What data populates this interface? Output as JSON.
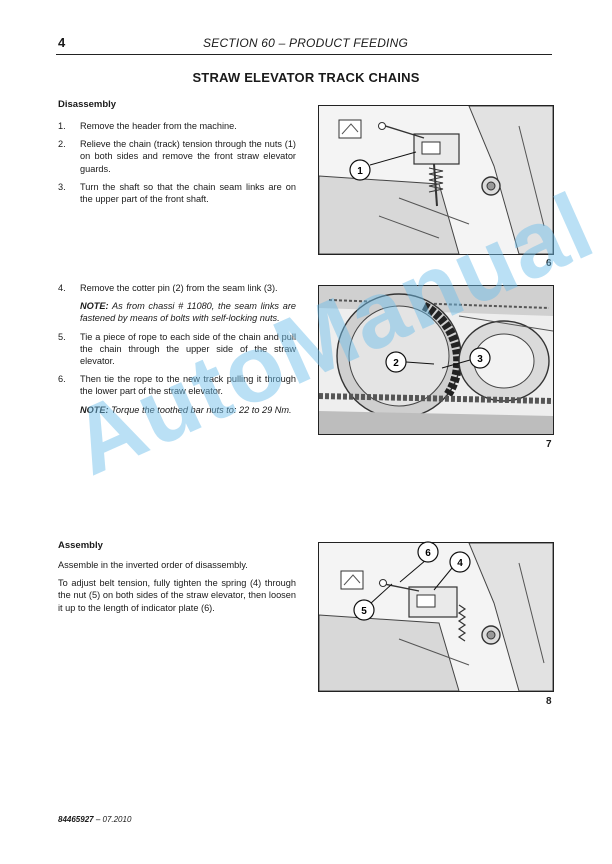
{
  "header": {
    "page_number": "4",
    "section": "SECTION 60 – PRODUCT FEEDING"
  },
  "title": "STRAW ELEVATOR TRACK CHAINS",
  "disassembly": {
    "heading": "Disassembly",
    "steps": [
      {
        "num": "1.",
        "text": "Remove the header from the machine."
      },
      {
        "num": "2.",
        "text": "Relieve the chain (track) tension through the nuts (1) on both sides and remove the front straw elevator guards."
      },
      {
        "num": "3.",
        "text": "Turn the shaft so that the chain seam links are on the upper part of the front shaft."
      },
      {
        "num": "4.",
        "text": "Remove the cotter pin (2) from the seam link (3)."
      },
      {
        "num": "5.",
        "text": "Tie a piece of rope to each side of the chain and pull the chain through the upper side of the straw elevator."
      },
      {
        "num": "6.",
        "text": "Then tie the rope to the new track pulling it through the lower part of the straw elevator."
      }
    ],
    "note1": {
      "label": "NOTE:",
      "text": " As from chassi # 11080, the seam links are fastened by means of bolts with self-locking nuts."
    },
    "note2": {
      "label": "NOTE:",
      "text": " Torque the toothed bar nuts to: 22 to 29 Nm."
    }
  },
  "assembly": {
    "heading": "Assembly",
    "para1": "Assemble in the inverted order of disassembly.",
    "para2": "To adjust belt tension, fully tighten the spring (4) through the nut (5) on both sides of the straw elevator, then loosen it up to the length of indicator plate (6)."
  },
  "figures": {
    "fig6": {
      "number": "6",
      "callouts": [
        "1"
      ]
    },
    "fig7": {
      "number": "7",
      "callouts": [
        "2",
        "3"
      ]
    },
    "fig8": {
      "number": "8",
      "callouts": [
        "6",
        "4",
        "5"
      ]
    }
  },
  "watermark": "AutoManual",
  "footer": {
    "code": "84465927",
    "date": " – 07.2010"
  }
}
